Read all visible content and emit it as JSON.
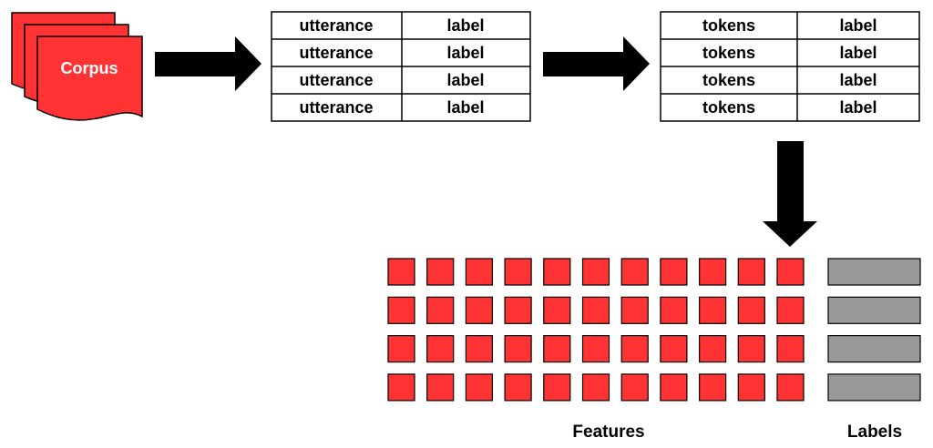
{
  "diagram": {
    "corpus": {
      "label": "Corpus"
    },
    "table1": {
      "rows": [
        {
          "utterance": "utterance",
          "label": "label"
        },
        {
          "utterance": "utterance",
          "label": "label"
        },
        {
          "utterance": "utterance",
          "label": "label"
        },
        {
          "utterance": "utterance",
          "label": "label"
        }
      ]
    },
    "table2": {
      "rows": [
        {
          "tokens": "tokens",
          "label": "label"
        },
        {
          "tokens": "tokens",
          "label": "label"
        },
        {
          "tokens": "tokens",
          "label": "label"
        },
        {
          "tokens": "tokens",
          "label": "label"
        }
      ]
    },
    "features_caption": "Features",
    "labels_caption": "Labels",
    "matrix": {
      "rows": 4,
      "feature_columns": 11
    },
    "colors": {
      "corpus_fill": "#ff3333",
      "feature_cell": "#ff3333",
      "label_bar": "#999999",
      "arrow": "#000000"
    }
  }
}
